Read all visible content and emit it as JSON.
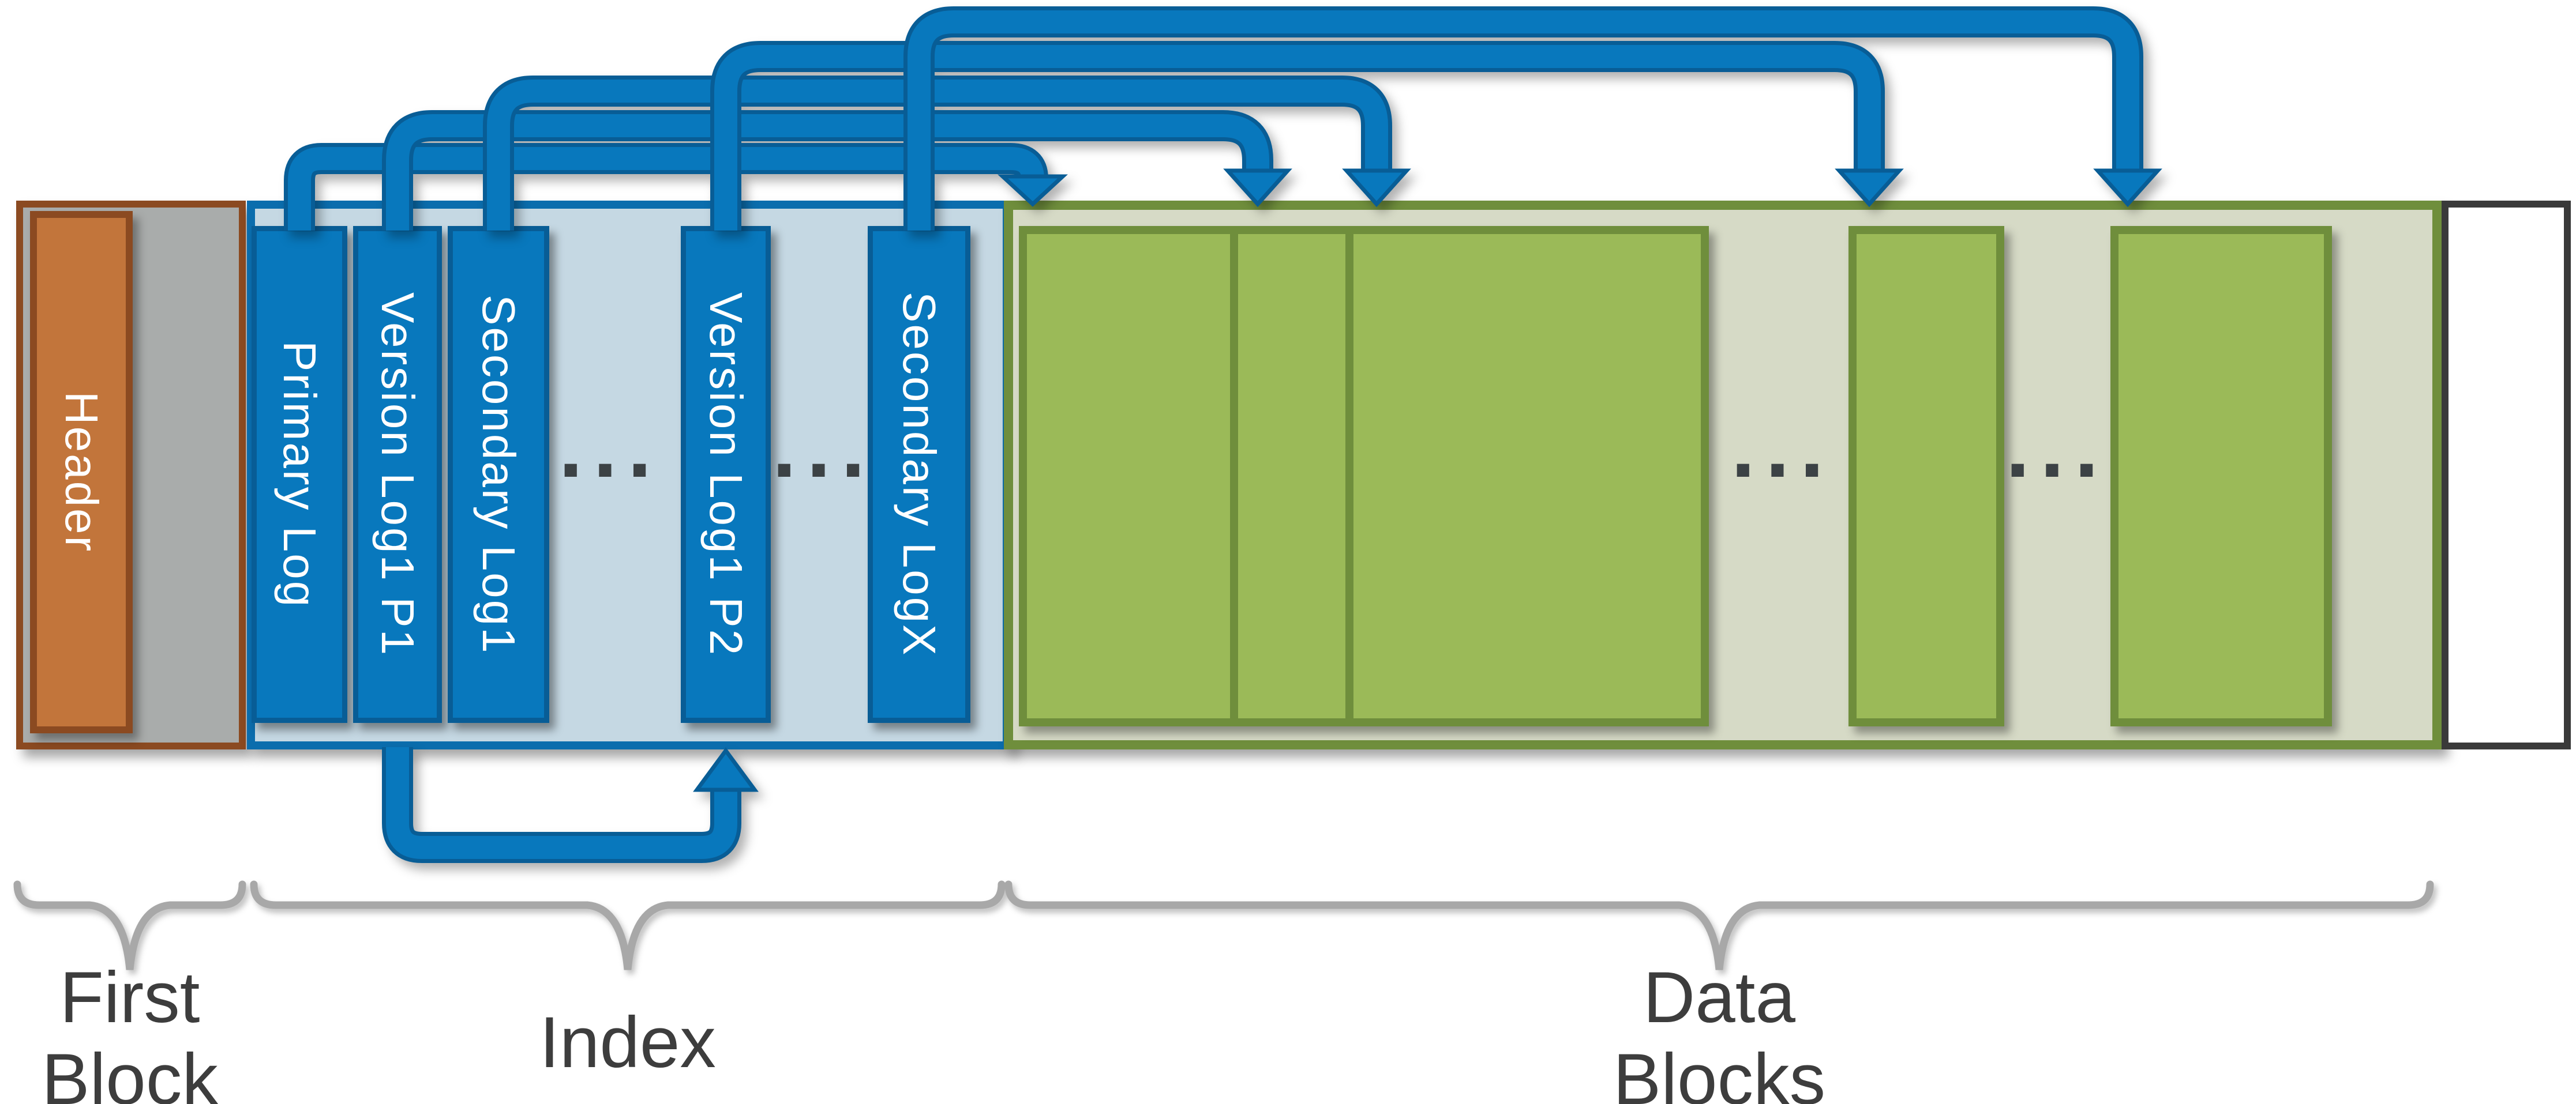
{
  "first_block": {
    "header_label": "Header",
    "caption_line1": "First",
    "caption_line2": "Block"
  },
  "index_section": {
    "caption": "Index",
    "ellipsis1": "...",
    "ellipsis2": "...",
    "bars": [
      {
        "label": "Primary Log"
      },
      {
        "label": "Version Log1 P1"
      },
      {
        "label": "Secondary Log1"
      },
      {
        "label": "Version Log1 P2"
      },
      {
        "label": "Secondary LogX"
      }
    ]
  },
  "data_section": {
    "caption_line1": "Data",
    "caption_line2": "Blocks",
    "ellipsis1": "...",
    "ellipsis2": "..."
  },
  "colors": {
    "arrow_blue": "#0878bd",
    "arrow_blue_dark": "#085d96",
    "index_fill": "#c5d8e3",
    "index_border": "#0b6dad",
    "data_fill": "#d6dac6",
    "olive_border": "#6f8e3c",
    "green_fill": "#9bba58",
    "first_block_fill": "#a9acab",
    "brown_border": "#8b4a21",
    "header_fill": "#c2753b",
    "white_block_border": "#3a3a3a",
    "caption_text": "#3d3d3d",
    "brace_gray": "#a8a8a8"
  }
}
